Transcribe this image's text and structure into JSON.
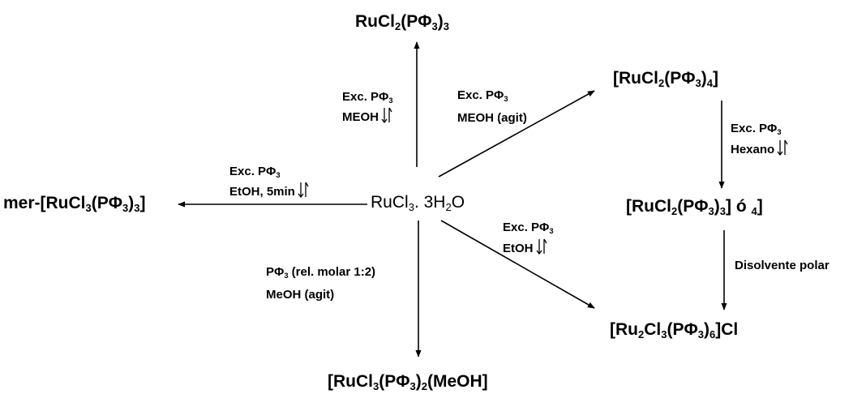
{
  "compounds": {
    "top": {
      "p1": "RuCl",
      "s1": "2",
      "p2": "(PΦ",
      "s2": "3",
      "p3": ")",
      "s3": "3"
    },
    "top_right": {
      "p1": "[RuCl",
      "s1": "2",
      "p2": "(PΦ",
      "s2": "3",
      "p3": ")",
      "s3": "4",
      "p4": "]"
    },
    "center": {
      "p1": "RuCl",
      "s1": "3",
      "p2": ". 3H",
      "s2": "2",
      "p3": "O"
    },
    "left": {
      "p1": "mer-[RuCl",
      "s1": "3",
      "p2": "(PΦ",
      "s2": "3",
      "p3": ")",
      "s3": "3",
      "p4": "]"
    },
    "right_mid": {
      "p1": "[RuCl",
      "s1": "2",
      "p2": "(PΦ",
      "s2": "3",
      "p3": ")",
      "s3": "3",
      "p4": "] ó ",
      "s4": "4",
      "p5": "]"
    },
    "bottom_right": {
      "p1": "[Ru",
      "s1": "2",
      "p2": "Cl",
      "s2": "3",
      "p3": "(PΦ",
      "s3": "3",
      "p4": ")",
      "s4": "6",
      "p5": "]Cl"
    },
    "bottom": {
      "p1": "[RuCl",
      "s1": "3",
      "p2": "(PΦ",
      "s2": "3",
      "p3": ")",
      "s3": "2",
      "p4": "(MeOH]"
    }
  },
  "conditions": {
    "up": {
      "l1_main": "Exc. PΦ",
      "l1_sub": "3",
      "l2": "MEOH"
    },
    "upright": {
      "l1_main": "Exc. PΦ",
      "l1_sub": "3",
      "l2": "MEOH (agit)"
    },
    "left": {
      "l1_main": "Exc. PΦ",
      "l1_sub": "3",
      "l2": "EtOH, 5min"
    },
    "rightdown": {
      "l1_main": "Exc. PΦ",
      "l1_sub": "3",
      "l2": "EtOH"
    },
    "down": {
      "l1_main": "PΦ",
      "l1_sub": "3",
      "l1_rest": " (rel. molar 1:2)",
      "l2": "MeOH (agit)"
    },
    "hexano": {
      "l1_main": "Exc. PΦ",
      "l1_sub": "3",
      "l2": "Hexano"
    },
    "polar": {
      "l1": "Disolvente polar"
    }
  }
}
